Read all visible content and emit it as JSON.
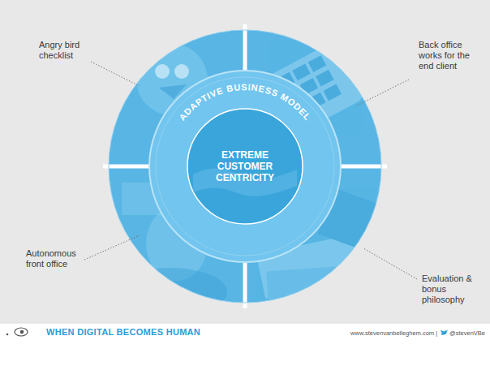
{
  "diagram": {
    "nodes": [
      {
        "text": [
          "ADAPTIVE BUSINESS MODEL"
        ]
      },
      {
        "text": [
          "EXTREME CUSTOMER CENTRICITY"
        ],
        "in": 0
      }
    ],
    "labels": [
      "Angry bird checklist",
      "Back office works for the end client",
      "Autonomous front office",
      "Evaluation & bonus philosophy",
      "WHEN DIGITAL BECOMES HUMAN",
      "www.stevenvanbelleghem.com |",
      "@stevenVBe"
    ]
  }
}
